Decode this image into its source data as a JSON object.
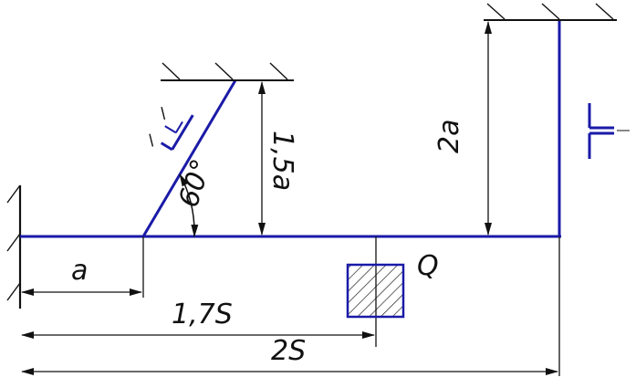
{
  "labels": {
    "a": "a",
    "s_17": "1,7S",
    "s_2": "2S",
    "q": "Q",
    "h_15a": "1,5a",
    "h_2a": "2a",
    "angle": "60°"
  },
  "colors": {
    "member": "#1a1aa8",
    "support": "#111111",
    "dimension": "#111111",
    "background": "#ffffff"
  },
  "icons": {
    "hinge_left": "fixed-support-hatch-icon",
    "hinge_top": "fixed-support-hatch-icon",
    "hinge_rod": "fixed-support-hatch-icon",
    "section_rod": "angle-section-icon",
    "section_column": "t-section-icon",
    "load_block": "hatched-weight-icon"
  }
}
